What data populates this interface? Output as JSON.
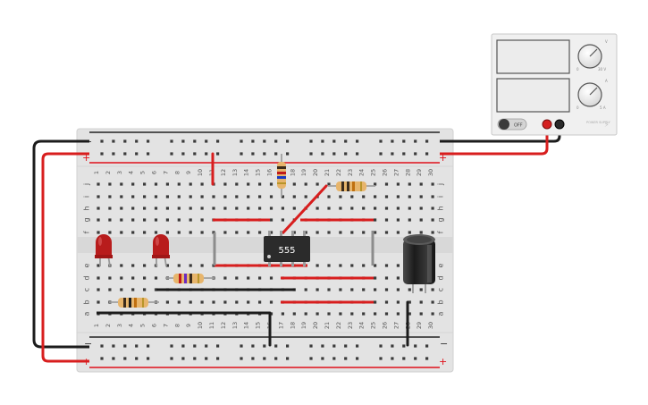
{
  "breadboard": {
    "columns": 30,
    "row_letters_top": [
      "j",
      "i",
      "h",
      "g",
      "f"
    ],
    "row_letters_bottom": [
      "e",
      "d",
      "c",
      "b",
      "a"
    ],
    "rail_minus": "−",
    "rail_plus": "+"
  },
  "ic": {
    "label": "555"
  },
  "power_supply": {
    "switch_label": "OFF",
    "voltage_knob_mark": "V",
    "current_knob_mark": "A",
    "voltage_range": [
      "0",
      "30 V"
    ],
    "current_range": [
      "0",
      "5 A"
    ],
    "device_label": "POWER SUPPLY"
  },
  "colors": {
    "board": "#e3e3e3",
    "board_edge": "#d2d2d2",
    "hole": "#3a3a3a",
    "rail_red": "#e0101a",
    "rail_black": "#222222",
    "wire_red": "#d81e1e",
    "wire_black": "#1c1c1c",
    "wire_gray": "#8c8c8c",
    "led_red": "#b81c1c",
    "resistor_body": "#e7b56c",
    "capacitor_body": "#2a2a2a",
    "ic_body": "#2b2b2b"
  }
}
